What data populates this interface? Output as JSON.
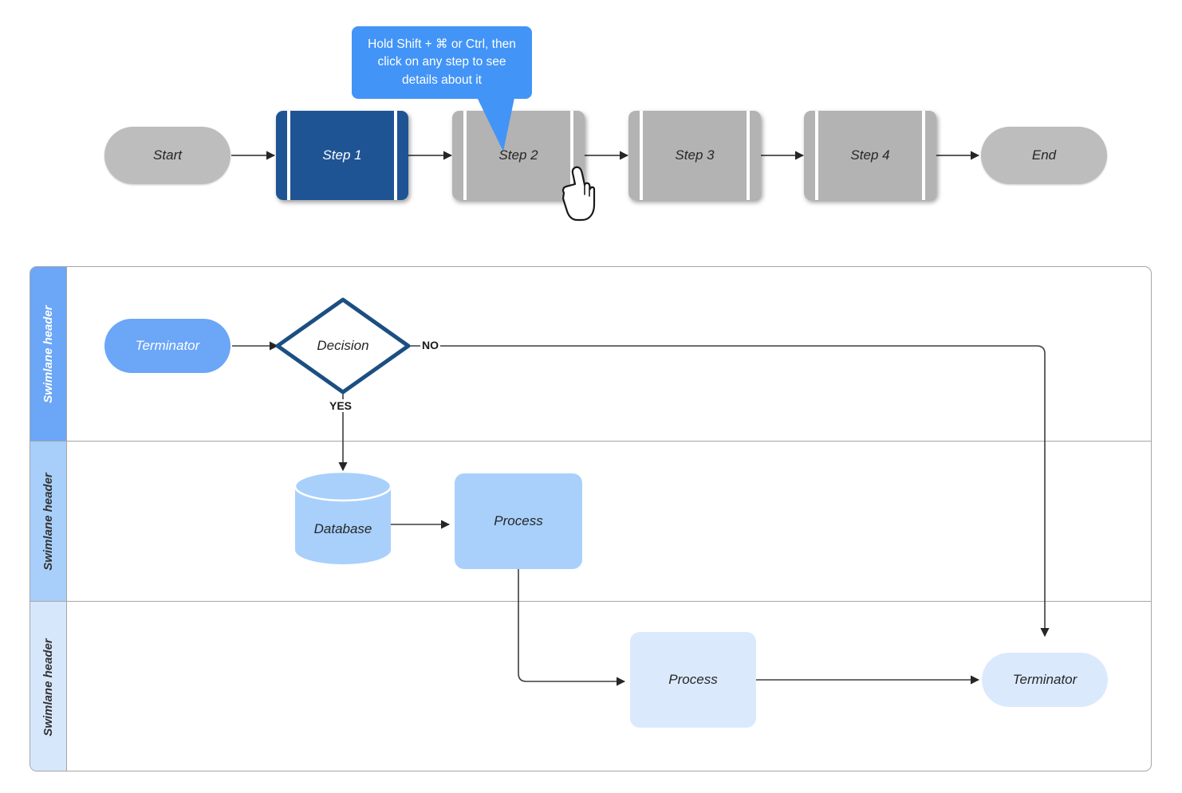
{
  "tooltip": {
    "text": "Hold Shift + ⌘ or Ctrl, then click on any step to see details about it",
    "background": "#4294f7",
    "text_color": "#ffffff"
  },
  "steps_ribbon": {
    "nodes": [
      {
        "id": "start",
        "label": "Start",
        "shape": "terminator-pill",
        "fill": "#bdbdbd",
        "text_color": "#262626",
        "selected": false
      },
      {
        "id": "step1",
        "label": "Step 1",
        "shape": "predefined-process",
        "fill": "#1f5494",
        "text_color": "#ffffff",
        "selected": true
      },
      {
        "id": "step2",
        "label": "Step 2",
        "shape": "predefined-process",
        "fill": "#b3b3b3",
        "text_color": "#262626",
        "selected": false
      },
      {
        "id": "step3",
        "label": "Step 3",
        "shape": "predefined-process",
        "fill": "#b3b3b3",
        "text_color": "#262626",
        "selected": false
      },
      {
        "id": "step4",
        "label": "Step 4",
        "shape": "predefined-process",
        "fill": "#b3b3b3",
        "text_color": "#262626",
        "selected": false
      },
      {
        "id": "end",
        "label": "End",
        "shape": "terminator-pill",
        "fill": "#bdbdbd",
        "text_color": "#262626",
        "selected": false
      }
    ],
    "connector_count": 5,
    "cursor": {
      "icon": "pointing-hand-cursor",
      "over_node": "step2"
    }
  },
  "swimlanes": {
    "border_color": "#a6a6a6",
    "lanes": [
      {
        "id": "lane-1",
        "header_label": "Swimlane header",
        "header_fill": "#6ba6f7",
        "header_text_color": "#ffffff"
      },
      {
        "id": "lane-2",
        "header_label": "Swimlane header",
        "header_fill": "#a8cffa",
        "header_text_color": "#333333"
      },
      {
        "id": "lane-3",
        "header_label": "Swimlane header",
        "header_fill": "#d6e7fc",
        "header_text_color": "#333333"
      }
    ],
    "nodes": [
      {
        "id": "terminator-1",
        "lane": "lane-1",
        "label": "Terminator",
        "shape": "terminator-pill",
        "fill": "#6ba6f7",
        "text_color": "#ffffff"
      },
      {
        "id": "decision-1",
        "lane": "lane-1",
        "label": "Decision",
        "shape": "decision-diamond",
        "fill": "#ffffff",
        "stroke": "#1b4f82",
        "text_color": "#262626"
      },
      {
        "id": "database-1",
        "lane": "lane-2",
        "label": "Database",
        "shape": "cylinder",
        "fill": "#a8d0fb",
        "text_color": "#262626"
      },
      {
        "id": "process-1",
        "lane": "lane-2",
        "label": "Process",
        "shape": "rounded-rect",
        "fill": "#a8d0fb",
        "text_color": "#262626"
      },
      {
        "id": "process-2",
        "lane": "lane-3",
        "label": "Process",
        "shape": "rounded-rect",
        "fill": "#dbe9fd",
        "text_color": "#262626"
      },
      {
        "id": "terminator-2",
        "lane": "lane-3",
        "label": "Terminator",
        "shape": "terminator-pill",
        "fill": "#dbe9fd",
        "text_color": "#262626"
      }
    ],
    "edge_labels": [
      {
        "id": "edge-no",
        "label": "NO",
        "from": "decision-1",
        "to": "terminator-2"
      },
      {
        "id": "edge-yes",
        "label": "YES",
        "from": "decision-1",
        "to": "database-1"
      }
    ]
  }
}
